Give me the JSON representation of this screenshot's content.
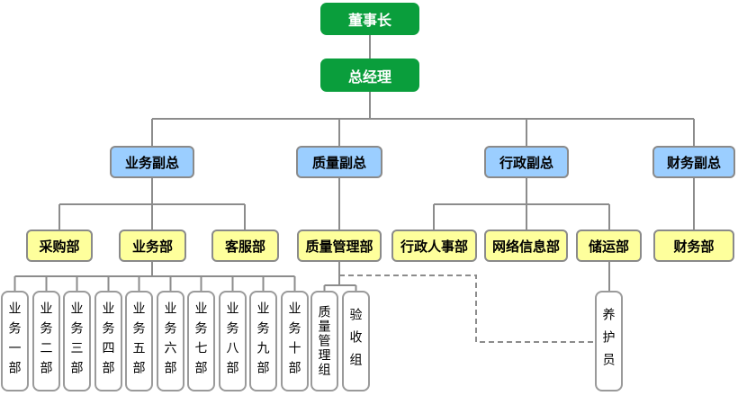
{
  "diagram": {
    "type": "org-chart",
    "title": "company organization chart",
    "colors": {
      "executive_fill": "#0a9e3c",
      "executive_text": "#ffffff",
      "vp_fill": "#9bceff",
      "department_fill": "#feff9c",
      "team_fill": "#ffffff",
      "border": "#8a8a8a",
      "connector": "#8c8c8c"
    },
    "root": {
      "label": "董事长"
    },
    "general_manager": {
      "label": "总经理"
    },
    "vps": [
      {
        "label": "业务副总"
      },
      {
        "label": "质量副总"
      },
      {
        "label": "行政副总"
      },
      {
        "label": "财务副总"
      }
    ],
    "departments": [
      {
        "label": "采购部",
        "parent": "业务副总"
      },
      {
        "label": "业务部",
        "parent": "业务副总"
      },
      {
        "label": "客服部",
        "parent": "业务副总"
      },
      {
        "label": "质量管理部",
        "parent": "质量副总"
      },
      {
        "label": "行政人事部",
        "parent": "行政副总"
      },
      {
        "label": "网络信息部",
        "parent": "行政副总"
      },
      {
        "label": "储运部",
        "parent": "行政副总"
      },
      {
        "label": "财务部",
        "parent": "财务副总"
      }
    ],
    "teams": [
      {
        "label": "业务一部",
        "parent": "业务部"
      },
      {
        "label": "业务二部",
        "parent": "业务部"
      },
      {
        "label": "业务三部",
        "parent": "业务部"
      },
      {
        "label": "业务四部",
        "parent": "业务部"
      },
      {
        "label": "业务五部",
        "parent": "业务部"
      },
      {
        "label": "业务六部",
        "parent": "业务部"
      },
      {
        "label": "业务七部",
        "parent": "业务部"
      },
      {
        "label": "业务八部",
        "parent": "业务部"
      },
      {
        "label": "业务九部",
        "parent": "业务部"
      },
      {
        "label": "业务十部",
        "parent": "业务部"
      },
      {
        "label": "质量管理组",
        "parent": "质量管理部"
      },
      {
        "label": "验收组",
        "parent": "质量管理部"
      },
      {
        "label": "养护员",
        "parent": "储运部"
      }
    ],
    "dashed_link": {
      "from": "质量管理部",
      "to": "养护员"
    }
  }
}
